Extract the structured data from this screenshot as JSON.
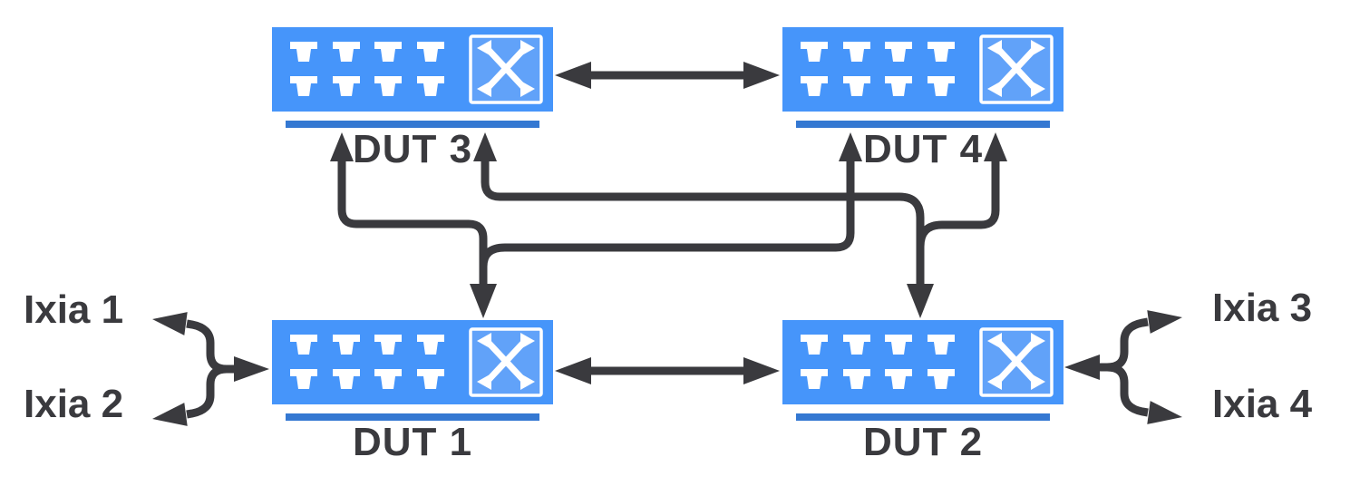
{
  "diagram": {
    "title": "DUT mesh test topology with Ixia traffic generators",
    "devices": [
      {
        "id": "dut3",
        "label": "DUT 3",
        "position": "top-left",
        "ports": 8,
        "port_rows": 2,
        "has_switch_icon": true
      },
      {
        "id": "dut4",
        "label": "DUT 4",
        "position": "top-right",
        "ports": 8,
        "port_rows": 2,
        "has_switch_icon": true
      },
      {
        "id": "dut1",
        "label": "DUT 1",
        "position": "bottom-left",
        "ports": 8,
        "port_rows": 2,
        "has_switch_icon": true
      },
      {
        "id": "dut2",
        "label": "DUT 2",
        "position": "bottom-right",
        "ports": 8,
        "port_rows": 2,
        "has_switch_icon": true
      }
    ],
    "testers": [
      {
        "id": "ixia1",
        "label": "Ixia 1",
        "connected_to": "DUT 1"
      },
      {
        "id": "ixia2",
        "label": "Ixia 2",
        "connected_to": "DUT 1"
      },
      {
        "id": "ixia3",
        "label": "Ixia 3",
        "connected_to": "DUT 2"
      },
      {
        "id": "ixia4",
        "label": "Ixia 4",
        "connected_to": "DUT 2"
      }
    ],
    "links": [
      {
        "from": "DUT 3",
        "to": "DUT 4",
        "bidirectional": true
      },
      {
        "from": "DUT 1",
        "to": "DUT 2",
        "bidirectional": true
      },
      {
        "from": "DUT 1",
        "to": "DUT 3",
        "bidirectional": true
      },
      {
        "from": "DUT 1",
        "to": "DUT 4",
        "bidirectional": true
      },
      {
        "from": "DUT 2",
        "to": "DUT 3",
        "bidirectional": true
      },
      {
        "from": "DUT 2",
        "to": "DUT 4",
        "bidirectional": true
      }
    ],
    "colors": {
      "device_fill": "#4695FA",
      "switch_icon_fill": "#61A2F9",
      "underline": "#3478D2",
      "connector": "#3A3A3E",
      "port_fill": "#FFFFFF"
    }
  }
}
